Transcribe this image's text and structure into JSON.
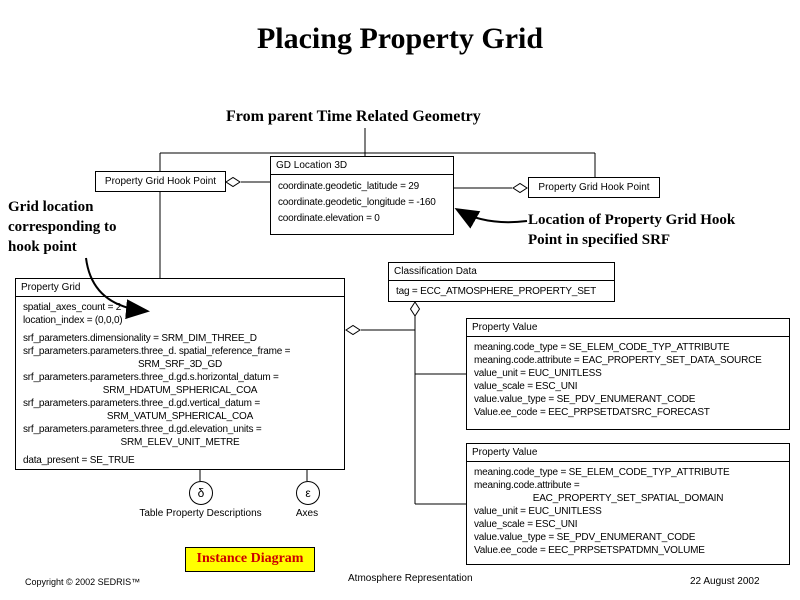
{
  "page": {
    "title": "Placing Property Grid",
    "parent_link_label": "From parent Time Related Geometry",
    "badge": "Instance Diagram"
  },
  "annotations": {
    "left": "Grid location\ncorresponding to\nhook point",
    "right": "Location of Property Grid Hook\nPoint in specified SRF"
  },
  "boxes": {
    "hook_point_left": {
      "title": "Property Grid Hook Point"
    },
    "hook_point_right": {
      "title": "Property Grid Hook Point"
    },
    "gd_location": {
      "title": "GD Location 3D",
      "lines": [
        "coordinate.geodetic_latitude = 29",
        "coordinate.geodetic_longitude = -160",
        "coordinate.elevation = 0"
      ]
    },
    "property_grid": {
      "title": "Property Grid",
      "lines": [
        "spatial_axes_count = 2",
        "location_index = (0,0,0)",
        "srf_parameters.dimensionality = SRM_DIM_THREE_D",
        "srf_parameters.parameters.three_d. spatial_reference_frame =",
        "SRM_SRF_3D_GD",
        "srf_parameters.parameters.three_d.gd.s.horizontal_datum =",
        "SRM_HDATUM_SPHERICAL_COA",
        "srf_parameters.parameters.three_d.gd.vertical_datum =",
        "SRM_VATUM_SPHERICAL_COA",
        "srf_parameters.parameters.three_d.gd.elevation_units =",
        "SRM_ELEV_UNIT_METRE",
        "data_present = SE_TRUE"
      ]
    },
    "classification_data": {
      "title": "Classification Data",
      "lines": [
        "tag = ECC_ATMOSPHERE_PROPERTY_SET"
      ]
    },
    "property_value_1": {
      "title": "Property Value",
      "lines": [
        "meaning.code_type = SE_ELEM_CODE_TYP_ATTRIBUTE",
        "meaning.code.attribute = EAC_PROPERTY_SET_DATA_SOURCE",
        "value_unit = EUC_UNITLESS",
        "value_scale = ESC_UNI",
        "value.value_type = SE_PDV_ENUMERANT_CODE",
        "Value.ee_code = EEC_PRPSETDATSRC_FORECAST"
      ]
    },
    "property_value_2": {
      "title": "Property Value",
      "lines": [
        "meaning.code_type = SE_ELEM_CODE_TYP_ATTRIBUTE",
        "meaning.code.attribute =",
        "EAC_PROPERTY_SET_SPATIAL_DOMAIN",
        "value_unit = EUC_UNITLESS",
        "value_scale = ESC_UNI",
        "value.value_type = SE_PDV_ENUMERANT_CODE",
        "Value.ee_code = EEC_PRPSETSPATDMN_VOLUME"
      ]
    }
  },
  "components": {
    "delta": {
      "symbol": "δ",
      "label": "Table Property Descriptions"
    },
    "epsilon": {
      "symbol": "ε",
      "label": "Axes"
    }
  },
  "footer": {
    "left": "Copyright © 2002 SEDRIS™",
    "center": "Atmosphere Representation",
    "right": "22 August 2002"
  }
}
